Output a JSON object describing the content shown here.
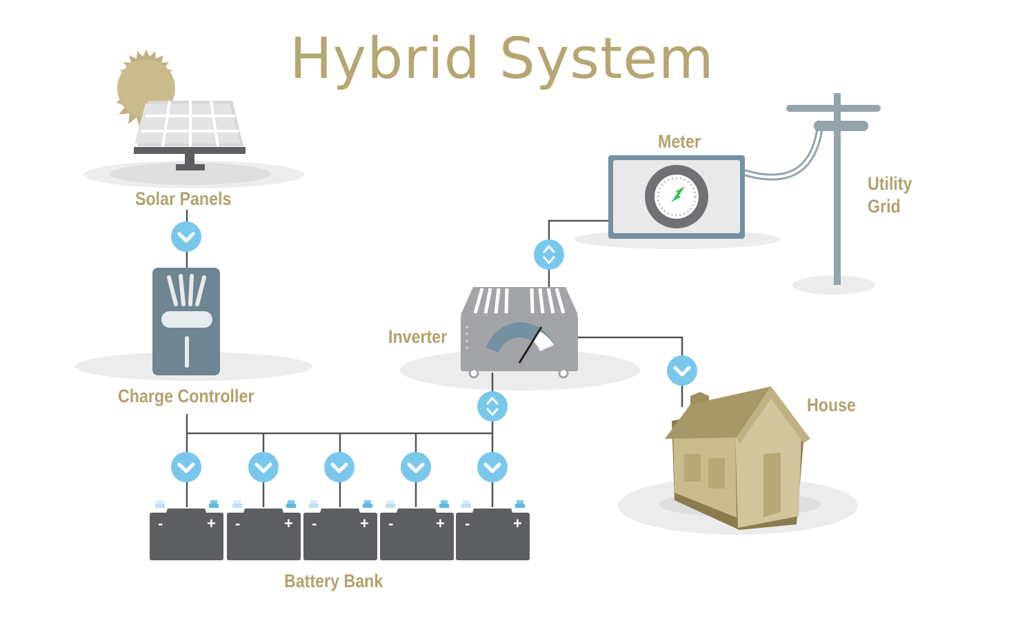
{
  "title": "Hybrid System",
  "colors": {
    "gold": "#b5a672",
    "label": "#b2a26b",
    "arrow_circle": "#79c8ec",
    "battery": "#5d5e62",
    "controller": "#6f8591",
    "inverter": "#a3a4a7",
    "pole": "#95a3ab",
    "house": "#c0b184",
    "shadow": "#e8e8e8",
    "wire": "#555555"
  },
  "components": {
    "solar_panels": "Solar Panels",
    "charge_controller": "Charge Controller",
    "inverter": "Inverter",
    "meter": "Meter",
    "utility_grid_line1": "Utility",
    "utility_grid_line2": "Grid",
    "house": "House",
    "battery_bank": "Battery Bank"
  },
  "battery": {
    "count": 5,
    "negative": "-",
    "positive": "+"
  },
  "arrows": [
    {
      "between": "solar_panels->charge_controller",
      "kind": "one-way-down"
    },
    {
      "between": "meter<->inverter",
      "kind": "two-way"
    },
    {
      "between": "inverter->house",
      "kind": "one-way-down"
    },
    {
      "between": "inverter<->battery_bank",
      "kind": "two-way"
    },
    {
      "between": "bus->battery",
      "kind": "one-way-down"
    }
  ],
  "icons": {
    "sun": "sun-icon",
    "solar_panel": "solar-panel-icon",
    "controller": "charge-controller-icon",
    "inverter": "inverter-icon",
    "meter": "meter-icon",
    "pole": "utility-pole-icon",
    "house": "house-icon",
    "battery": "battery-icon"
  }
}
